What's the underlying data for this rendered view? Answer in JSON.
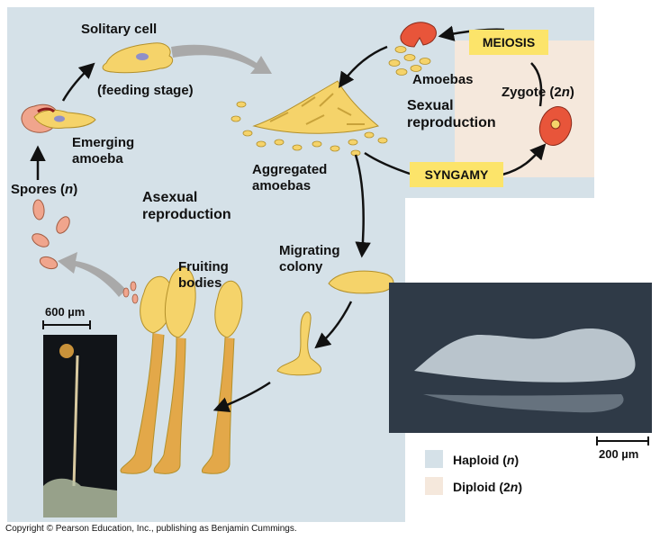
{
  "labels": {
    "solitary_cell": "Solitary cell",
    "feeding_stage": "(feeding stage)",
    "emerging_1": "Emerging",
    "emerging_2": "amoeba",
    "spores": "Spores (",
    "spores_n": "n",
    "spores_close": ")",
    "asexual_1": "Asexual",
    "asexual_2": "reproduction",
    "aggregated_1": "Aggregated",
    "aggregated_2": "amoebas",
    "amoebas": "Amoebas",
    "sexual_1": "Sexual",
    "sexual_2": "reproduction",
    "zygote": "Zygote (2",
    "zygote_n": "n",
    "zygote_close": ")",
    "meiosis": "MEIOSIS",
    "syngamy": "SYNGAMY",
    "migrating_1": "Migrating",
    "migrating_2": "colony",
    "fruiting_1": "Fruiting",
    "fruiting_2": "bodies",
    "scale_600": "600 µm",
    "scale_200": "200 µm"
  },
  "legend": {
    "haploid": "Haploid (",
    "haploid_n": "n",
    "haploid_close": ")",
    "diploid": "Diploid (2",
    "diploid_n": "n",
    "diploid_close": ")"
  },
  "colors": {
    "haploid": "#d5e1e8",
    "diploid": "#f5e8dc",
    "amoeba": "#f5d36a",
    "spore": "#f0a58d",
    "zygote": "#e8553a",
    "box": "#fce46a"
  },
  "copyright": "Copyright © Pearson Education, Inc., publishing as Benjamin Cummings."
}
